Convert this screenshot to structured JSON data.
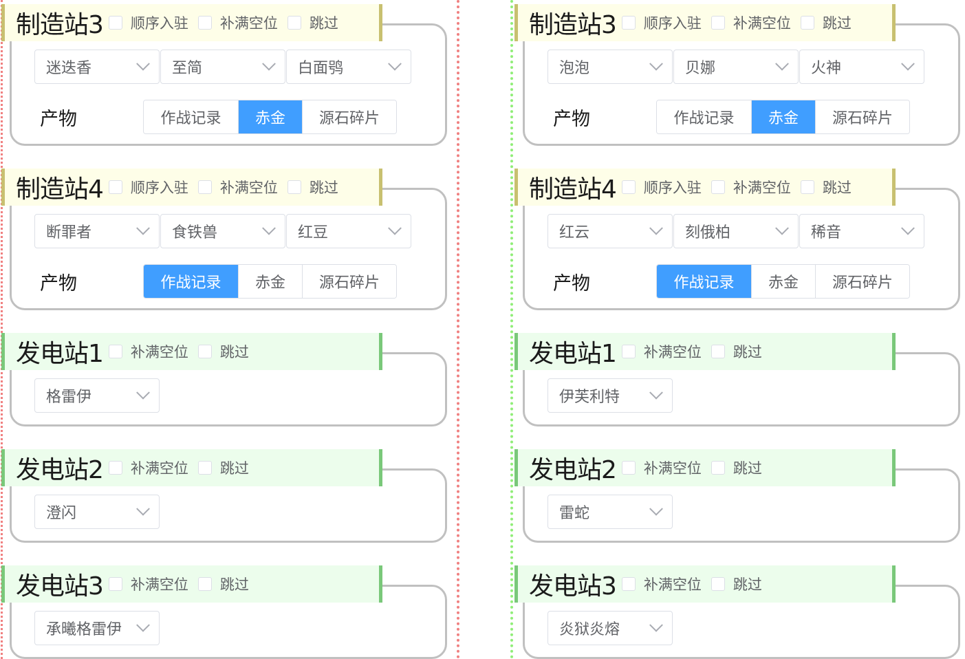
{
  "labels": {
    "sequential": "顺序入驻",
    "fill_slots": "补满空位",
    "skip": "跳过",
    "product": "产物"
  },
  "product_options": [
    "作战记录",
    "赤金",
    "源石碎片"
  ],
  "columns": [
    {
      "stations": [
        {
          "type": "factory",
          "title": "制造站3",
          "operators": [
            "迷迭香",
            "至简",
            "白面鸮"
          ],
          "active_product": 1
        },
        {
          "type": "factory",
          "title": "制造站4",
          "operators": [
            "断罪者",
            "食铁兽",
            "红豆"
          ],
          "active_product": 0
        },
        {
          "type": "power",
          "title": "发电站1",
          "operators": [
            "格雷伊"
          ]
        },
        {
          "type": "power",
          "title": "发电站2",
          "operators": [
            "澄闪"
          ]
        },
        {
          "type": "power",
          "title": "发电站3",
          "operators": [
            "承曦格雷伊"
          ]
        }
      ]
    },
    {
      "stations": [
        {
          "type": "factory",
          "title": "制造站3",
          "operators": [
            "泡泡",
            "贝娜",
            "火神"
          ],
          "active_product": 1
        },
        {
          "type": "factory",
          "title": "制造站4",
          "operators": [
            "红云",
            "刻俄柏",
            "稀音"
          ],
          "active_product": 0
        },
        {
          "type": "power",
          "title": "发电站1",
          "operators": [
            "伊芙利特"
          ]
        },
        {
          "type": "power",
          "title": "发电站2",
          "operators": [
            "雷蛇"
          ]
        },
        {
          "type": "power",
          "title": "发电站3",
          "operators": [
            "炎狱炎熔"
          ]
        }
      ]
    }
  ]
}
